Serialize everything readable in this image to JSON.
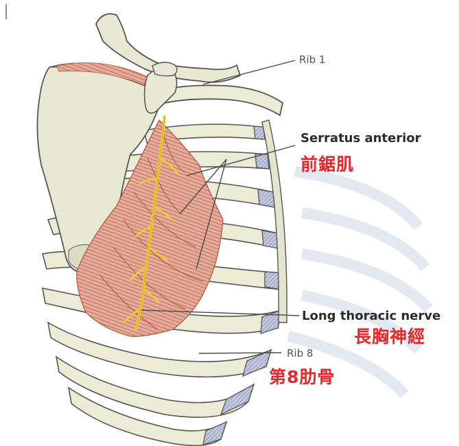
{
  "labels": {
    "rib1": "Rib 1",
    "serratus_en": "Serratus anterior",
    "serratus_zh": "前鋸肌",
    "long_thoracic_en": "Long thoracic nerve",
    "long_thoracic_zh": "長胸神經",
    "rib8": "Rib 8",
    "rib8_zh": "第8肋骨"
  },
  "colors": {
    "bone_fill": "#ebebd6",
    "bone_outline": "#555555",
    "cartilage": "#b6bfd6",
    "muscle": "#e2a997",
    "muscle_stroke": "#b0503c",
    "nerve": "#f0cf2c",
    "leader_line": "#4a4a4a",
    "translation_text": "#e8262a"
  },
  "icons": [
    "thoracic-cage-illustration",
    "scapula-illustration",
    "clavicle-illustration"
  ]
}
